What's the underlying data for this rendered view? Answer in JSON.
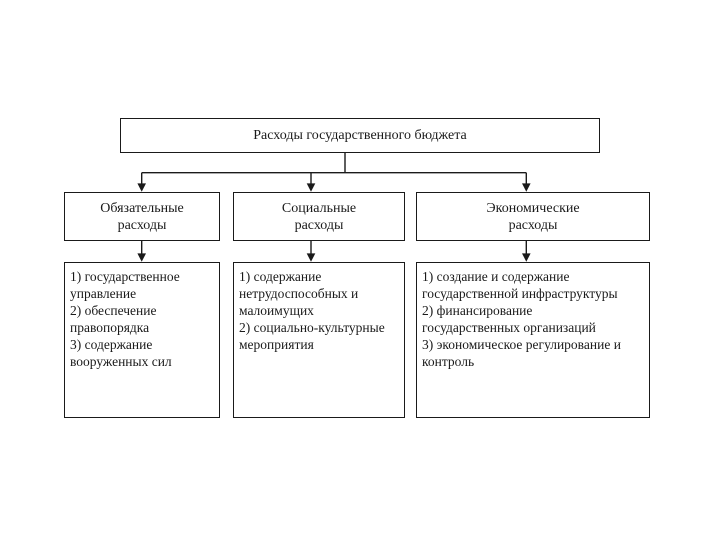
{
  "diagram": {
    "title": "Расходы государственного бюджета",
    "columns": [
      {
        "header": "Обязательные расходы",
        "lines": [
          "1) государственное",
          "управление",
          "2) обеспечение",
          "правопорядка",
          "3) содержание",
          "вооруженных сил"
        ]
      },
      {
        "header": "Социальные расходы",
        "lines": [
          "1) содержание",
          "нетрудоспособных и",
          "малоимущих",
          "2) социально-культурные",
          "мероприятия"
        ]
      },
      {
        "header": "Экономические расходы",
        "lines": [
          "1) создание и содержание",
          "государственной инфраструктуры",
          "2) финансирование",
          "государственных организаций",
          "3) экономическое регулирование и",
          "контроль"
        ]
      }
    ],
    "colors": {
      "line": "#1a1a1a",
      "text": "#1a1a1a",
      "background": "#ffffff"
    }
  }
}
